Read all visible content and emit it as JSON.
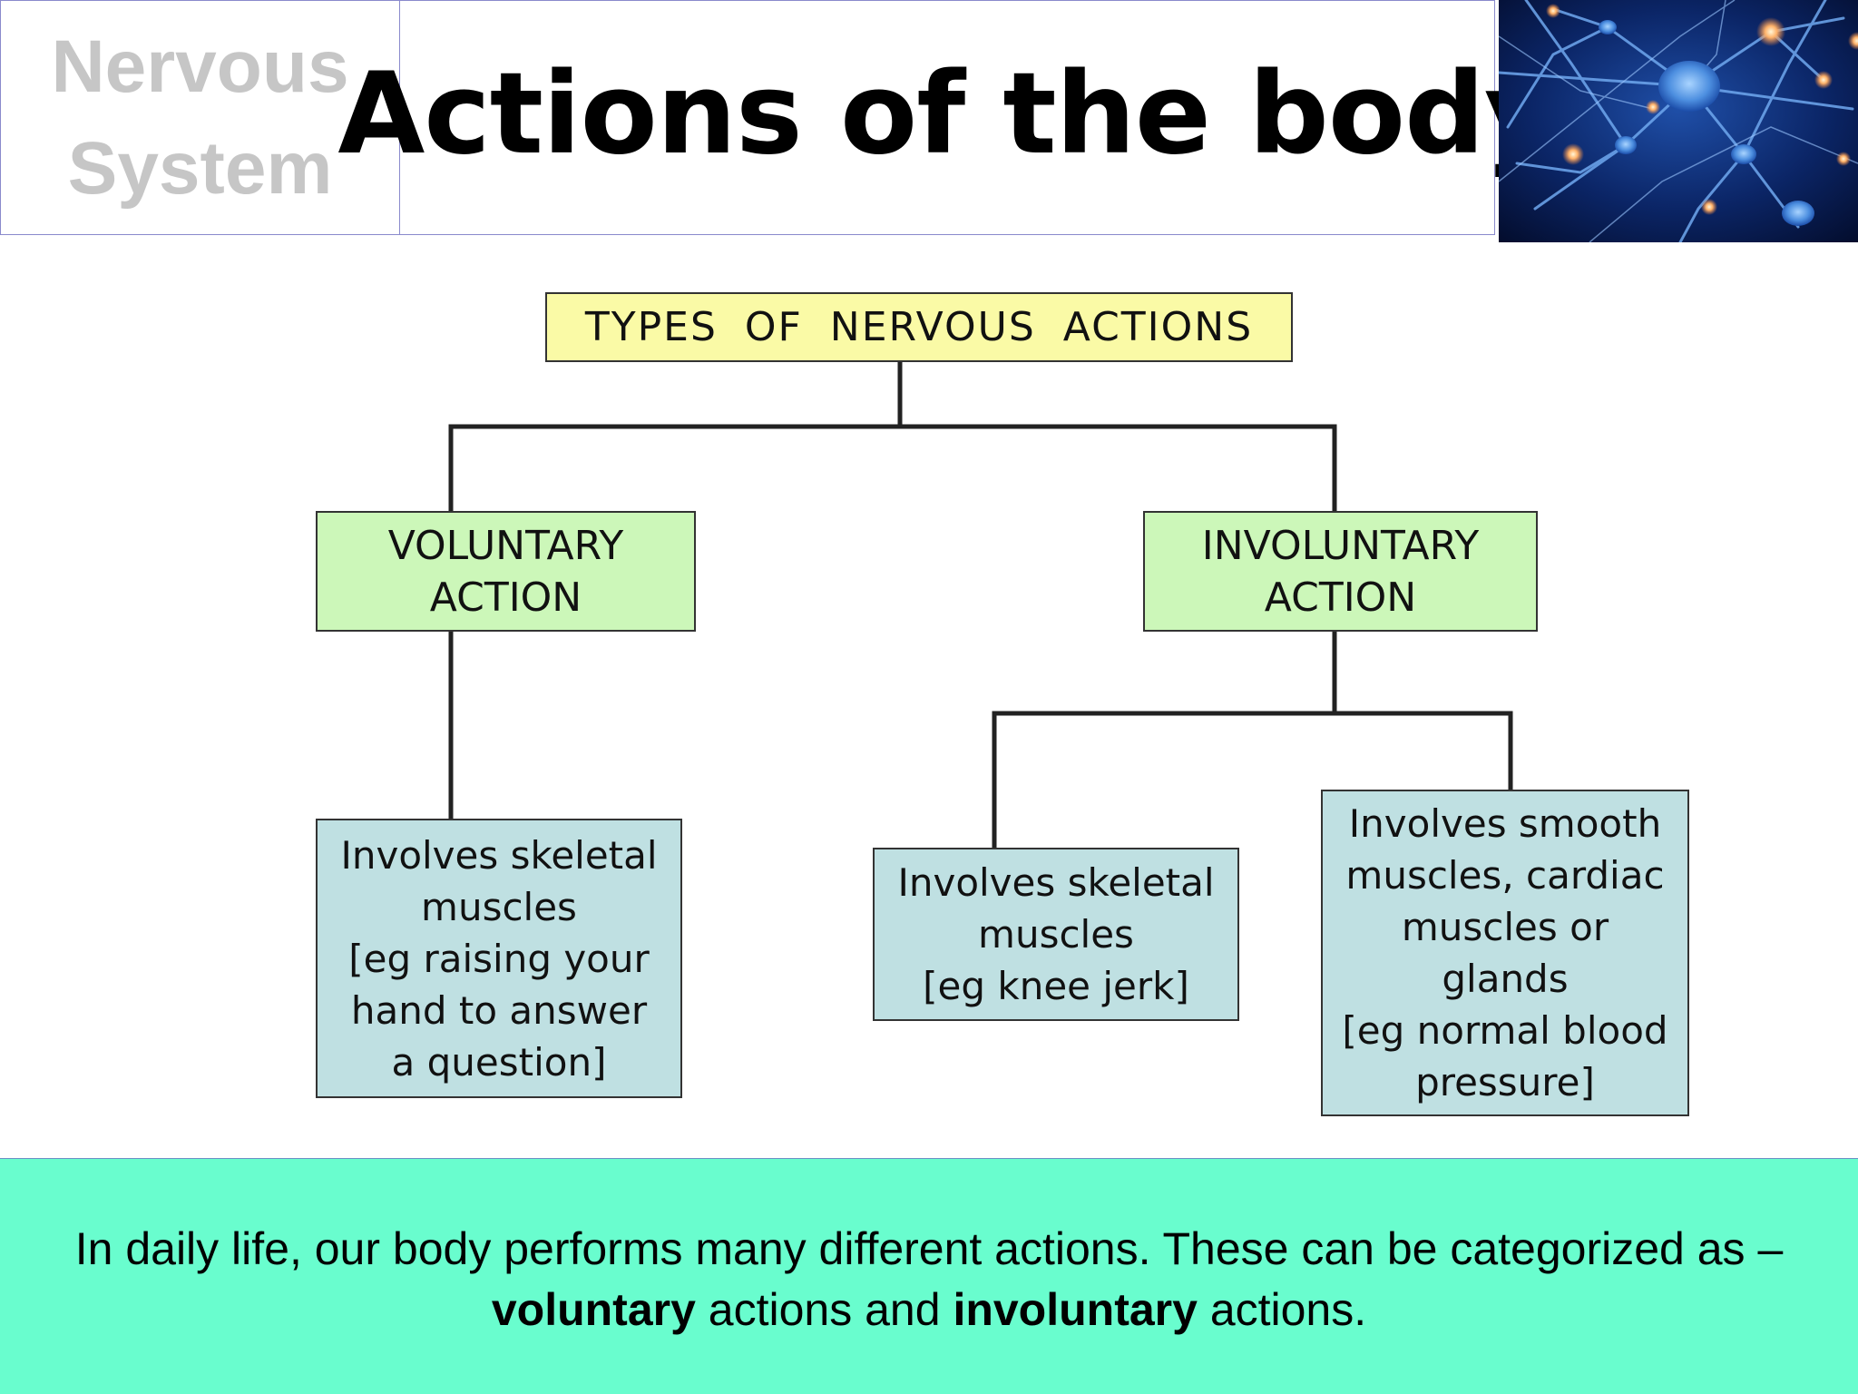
{
  "header": {
    "topic_line1": "Nervous",
    "topic_line2": "System",
    "title": "Actions of the body",
    "image_icon": "neuron-network-image"
  },
  "diagram": {
    "root": "TYPES  OF  NERVOUS  ACTIONS",
    "voluntary": {
      "label": "VOLUNTARY\nACTION",
      "detail": "Involves skeletal\nmuscles\n[eg raising your\nhand to answer\na question]"
    },
    "involuntary": {
      "label": "INVOLUNTARY\nACTION",
      "skeletal_detail": "Involves skeletal\nmuscles\n[eg knee jerk]",
      "smooth_detail": "Involves smooth\nmuscles, cardiac\nmuscles or\nglands\n[eg normal blood\npressure]"
    }
  },
  "footer": {
    "text_before": "In daily life, our body performs many different actions. These can be categorized as – ",
    "term1": "voluntary",
    "text_middle": " actions and ",
    "term2": "involuntary",
    "text_after": " actions."
  },
  "colors": {
    "root_fill": "#fafaa6",
    "category_fill": "#ccf7b9",
    "leaf_fill": "#bfe0e2",
    "footer_fill": "#69fdce",
    "topic_text": "#c6c6c6"
  }
}
